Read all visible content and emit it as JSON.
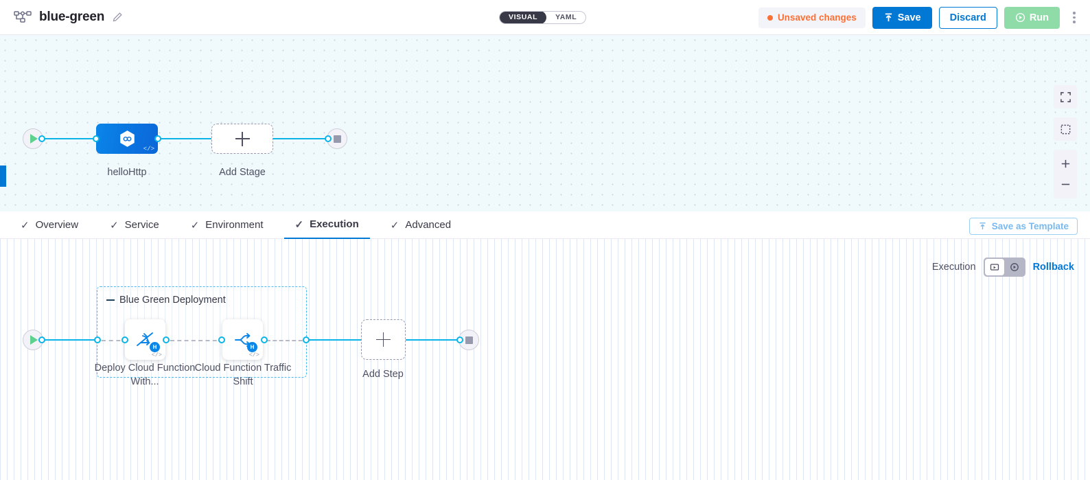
{
  "header": {
    "logo_icon": "pipeline-icon",
    "title": "blue-green",
    "edit_icon": "pencil-icon",
    "mode_toggle": {
      "options": [
        "VISUAL",
        "YAML"
      ],
      "selected": "VISUAL"
    },
    "unsaved": {
      "label": "Unsaved changes",
      "color": "#fa7035"
    },
    "save_label": "Save",
    "discard_label": "Discard",
    "run_label": "Run",
    "menu_icon": "kebab-menu-icon"
  },
  "canvas_top": {
    "start_icon": "play-icon",
    "end_icon": "stop-icon",
    "stage": {
      "label": "helloHttp",
      "icon": "hexagon-infinity-icon",
      "code_badge": "</>"
    },
    "add_stage": {
      "label": "Add Stage",
      "icon": "plus-icon"
    },
    "controls": [
      {
        "name": "fullscreen-icon"
      },
      {
        "name": "select-area-icon"
      },
      {
        "name": "zoom-in-icon"
      },
      {
        "name": "zoom-out-icon"
      }
    ]
  },
  "tabs": [
    {
      "label": "Overview",
      "check": "✓",
      "active": false
    },
    {
      "label": "Service",
      "check": "✓",
      "active": false
    },
    {
      "label": "Environment",
      "check": "✓",
      "active": false
    },
    {
      "label": "Execution",
      "check": "✓",
      "active": true
    },
    {
      "label": "Advanced",
      "check": "✓",
      "active": false
    }
  ],
  "save_template": {
    "label": "Save as Template",
    "icon": "template-upload-icon"
  },
  "execution_bar": {
    "label": "Execution",
    "toggle": [
      {
        "icon": "execution-view-icon",
        "active": true
      },
      {
        "icon": "rollback-view-icon",
        "active": false
      }
    ],
    "rollback_label": "Rollback"
  },
  "canvas_bottom": {
    "start_icon": "play-icon",
    "end_icon": "stop-icon",
    "step_group": {
      "title": "Blue Green Deployment",
      "steps": [
        {
          "label": "Deploy Cloud Function With...",
          "icon": "deploy-rocket-icon",
          "badge": "H",
          "code_badge": "</>"
        },
        {
          "label": "Cloud Function Traffic Shift",
          "icon": "traffic-split-icon",
          "badge": "H",
          "code_badge": "</>"
        }
      ]
    },
    "add_step": {
      "label": "Add Step",
      "icon": "plus-icon"
    }
  },
  "colors": {
    "primary": "#0278d5",
    "edge": "#0ab4e8",
    "warning": "#fa7035",
    "run": "#90dca8",
    "group_border": "#4ab8f0"
  }
}
